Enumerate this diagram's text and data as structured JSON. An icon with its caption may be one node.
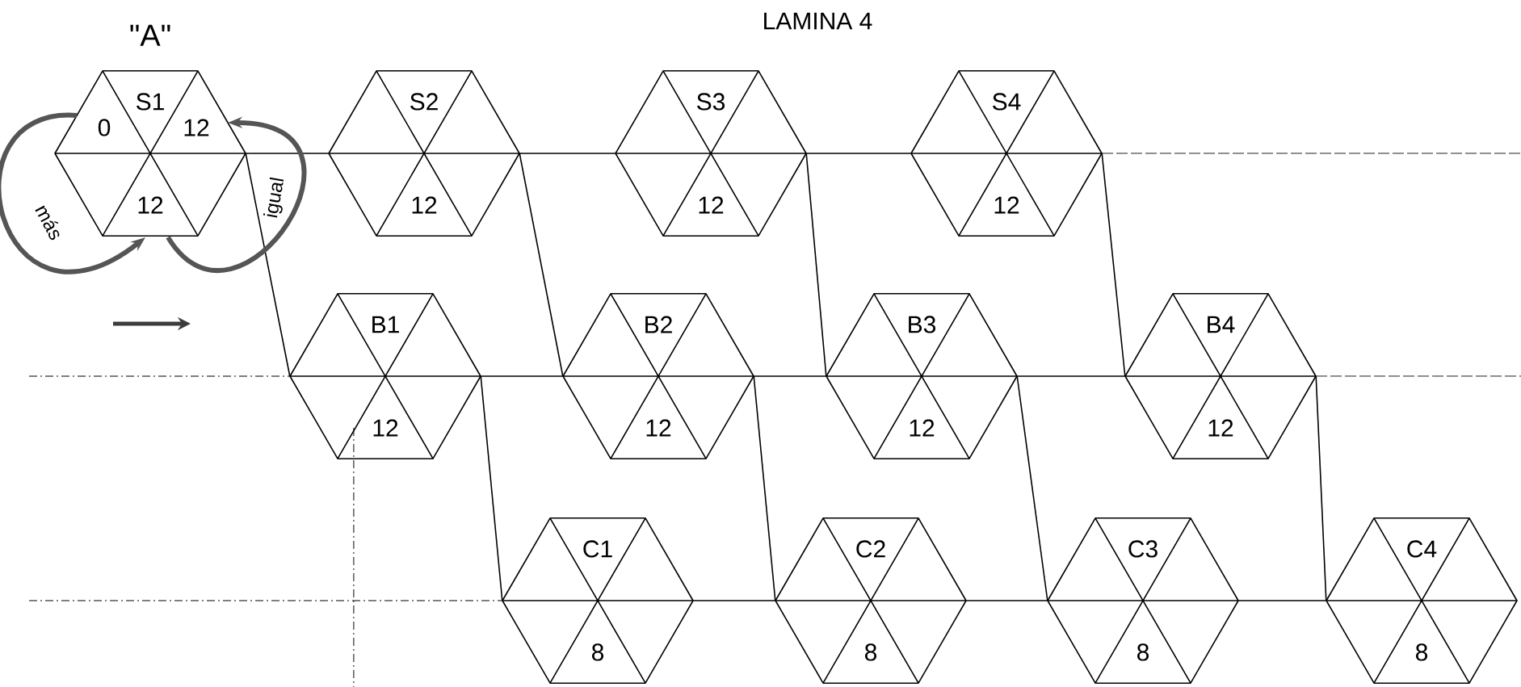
{
  "diagram": {
    "title": "LAMINA 4",
    "nodes": [
      {
        "text": [
          "\"A\"",
          "S1",
          "0",
          "12",
          "12"
        ]
      },
      {
        "text": [
          "S2",
          "12"
        ]
      },
      {
        "text": [
          "S3",
          "12"
        ]
      },
      {
        "text": [
          "S4",
          "12"
        ]
      },
      {
        "text": [
          "B1",
          "12"
        ]
      },
      {
        "text": [
          "B2",
          "12"
        ]
      },
      {
        "text": [
          "B3",
          "12"
        ]
      },
      {
        "text": [
          "B4",
          "12"
        ]
      },
      {
        "text": [
          "C1",
          "8"
        ]
      },
      {
        "text": [
          "C2",
          "8"
        ]
      },
      {
        "text": [
          "C3",
          "8"
        ]
      },
      {
        "text": [
          "C4",
          "8"
        ]
      }
    ],
    "edges": [
      {
        "from": 0,
        "to": 1,
        "arrow": "none"
      },
      {
        "from": 1,
        "to": 2,
        "arrow": "none"
      },
      {
        "from": 2,
        "to": 3,
        "arrow": "none"
      },
      {
        "from": 4,
        "to": 5,
        "arrow": "none"
      },
      {
        "from": 5,
        "to": 6,
        "arrow": "none"
      },
      {
        "from": 6,
        "to": 7,
        "arrow": "none"
      },
      {
        "from": 8,
        "to": 9,
        "arrow": "none"
      },
      {
        "from": 9,
        "to": 10,
        "arrow": "none"
      },
      {
        "from": 10,
        "to": 11,
        "arrow": "none"
      },
      {
        "from": 0,
        "to": 4,
        "arrow": "none"
      },
      {
        "from": 1,
        "to": 5,
        "arrow": "none"
      },
      {
        "from": 2,
        "to": 6,
        "arrow": "none"
      },
      {
        "from": 3,
        "to": 7,
        "arrow": "none"
      },
      {
        "from": 4,
        "to": 8,
        "arrow": "none"
      },
      {
        "from": 5,
        "to": 9,
        "arrow": "none"
      },
      {
        "from": 6,
        "to": 10,
        "arrow": "none"
      },
      {
        "from": 7,
        "to": 11,
        "arrow": "none"
      },
      {
        "from": 0,
        "to": 0,
        "arrow": "to",
        "label": "más",
        "style": "thick",
        "color": "#555555"
      },
      {
        "from": 0,
        "to": 0,
        "arrow": "to",
        "label": "igual",
        "style": "thick",
        "color": "#555555"
      }
    ]
  }
}
